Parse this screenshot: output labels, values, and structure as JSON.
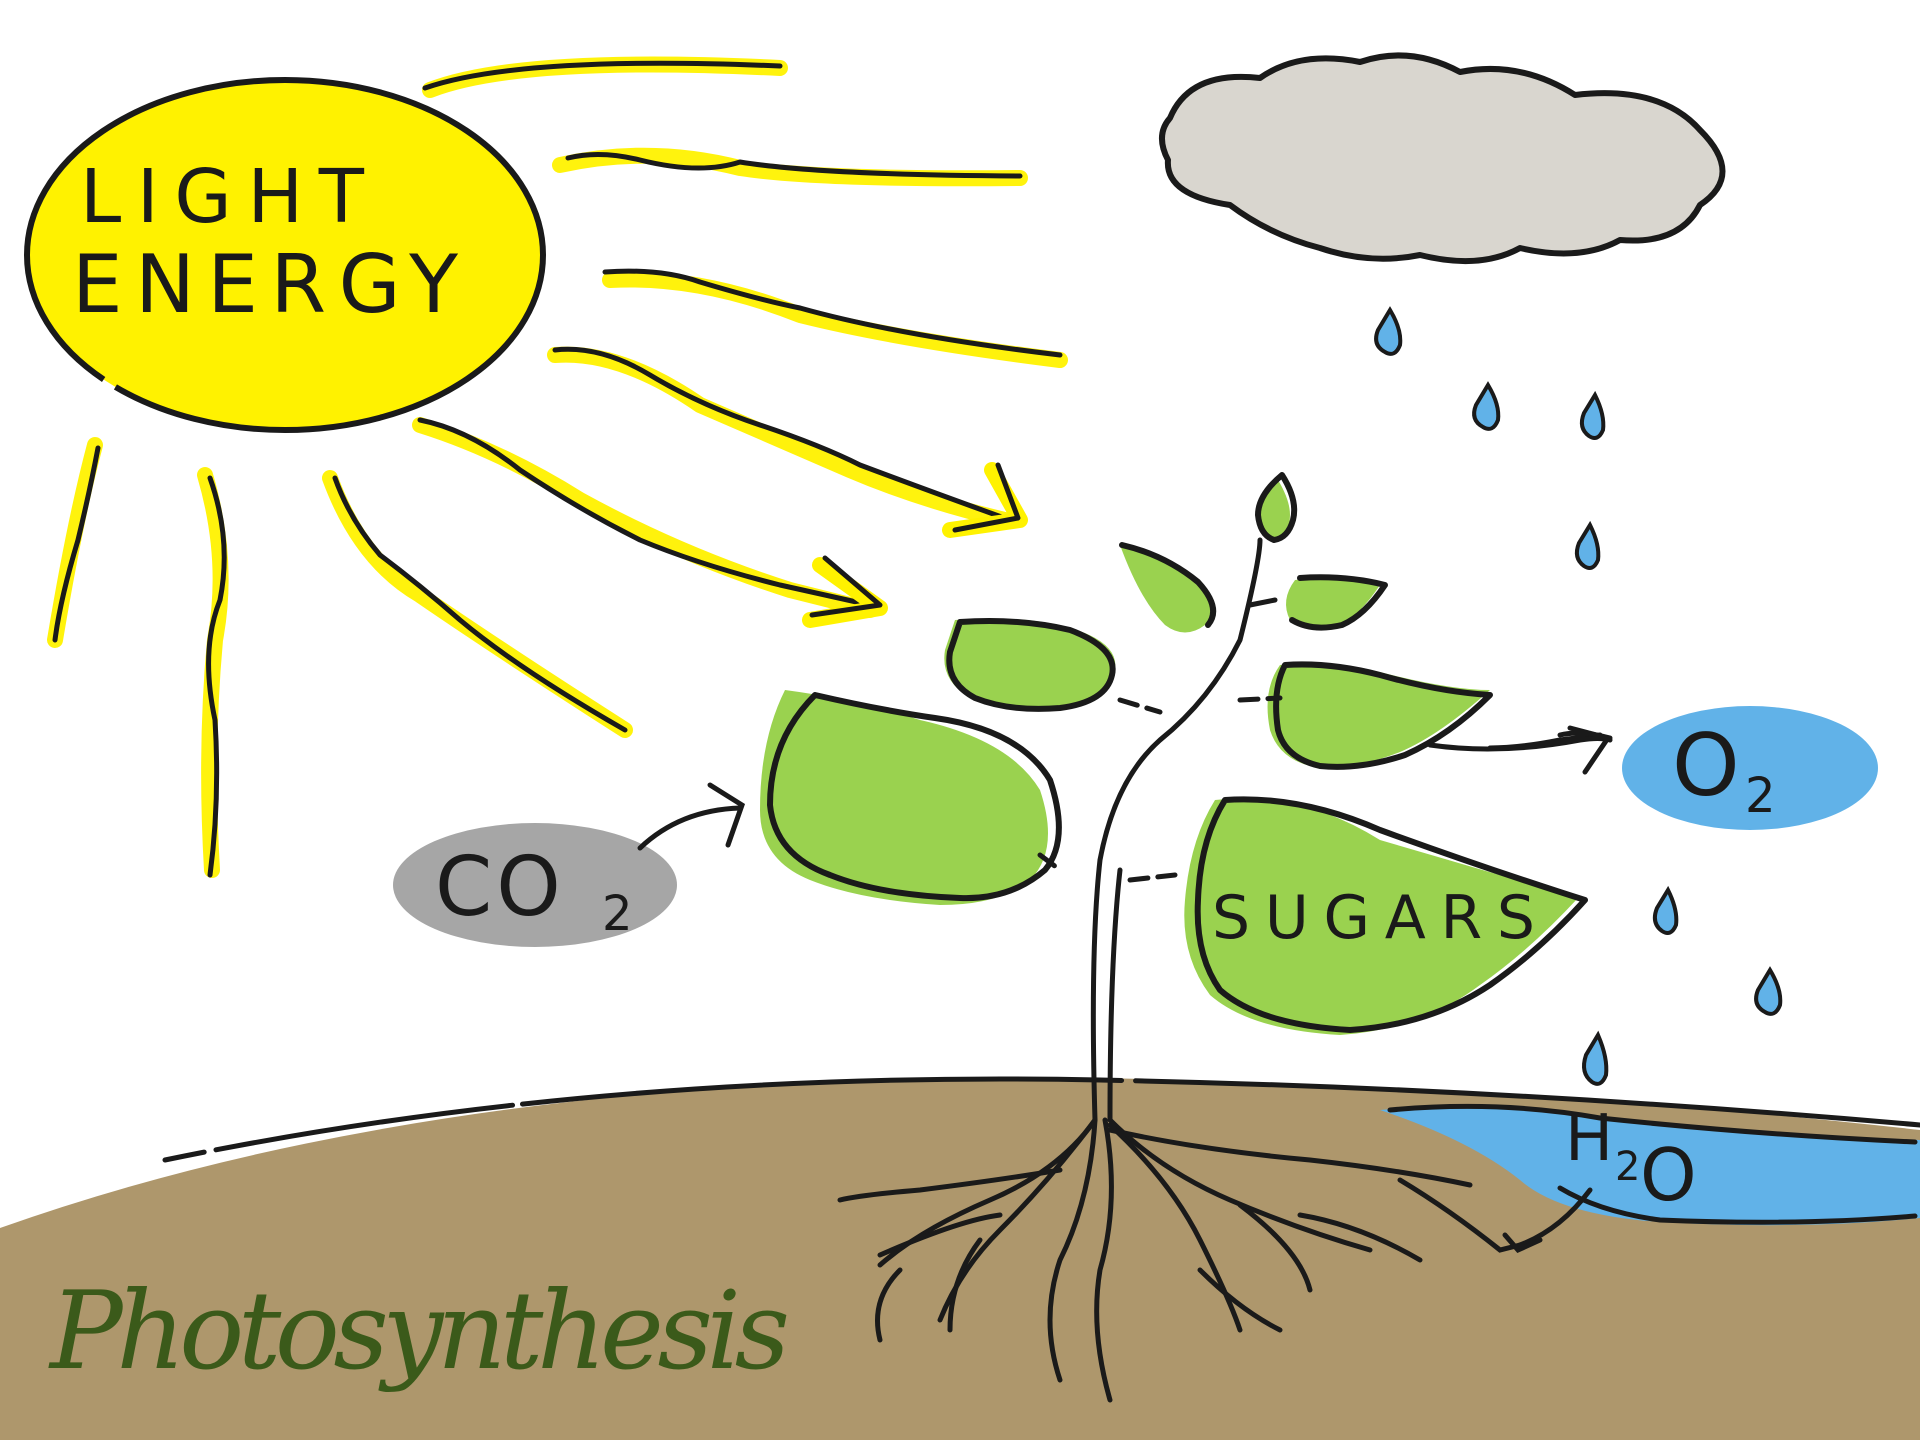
{
  "labels": {
    "sun_line1": "LIGHT",
    "sun_line2": "ENERGY",
    "co2": "CO",
    "co2_sub": "2",
    "o2": "O",
    "o2_sub": "2",
    "sugars": "SUGARS",
    "h2o_h": "H",
    "h2o_sub": "2",
    "h2o_o": "O",
    "title": "Photosynthesis"
  },
  "colors": {
    "sun": "#fff200",
    "ray": "#fff200",
    "leaf": "#9ad24f",
    "cloud": "#d9d6cf",
    "water": "#61b2e8",
    "co2_blob": "#a6a6a6",
    "soil": "#ae976c",
    "title": "#3b5a1a",
    "ink": "#1a1a1a"
  },
  "icons": {
    "sun": "sun-icon",
    "cloud": "cloud-icon",
    "raindrop": "raindrop-icon",
    "plant": "plant-icon",
    "roots": "roots-icon"
  }
}
